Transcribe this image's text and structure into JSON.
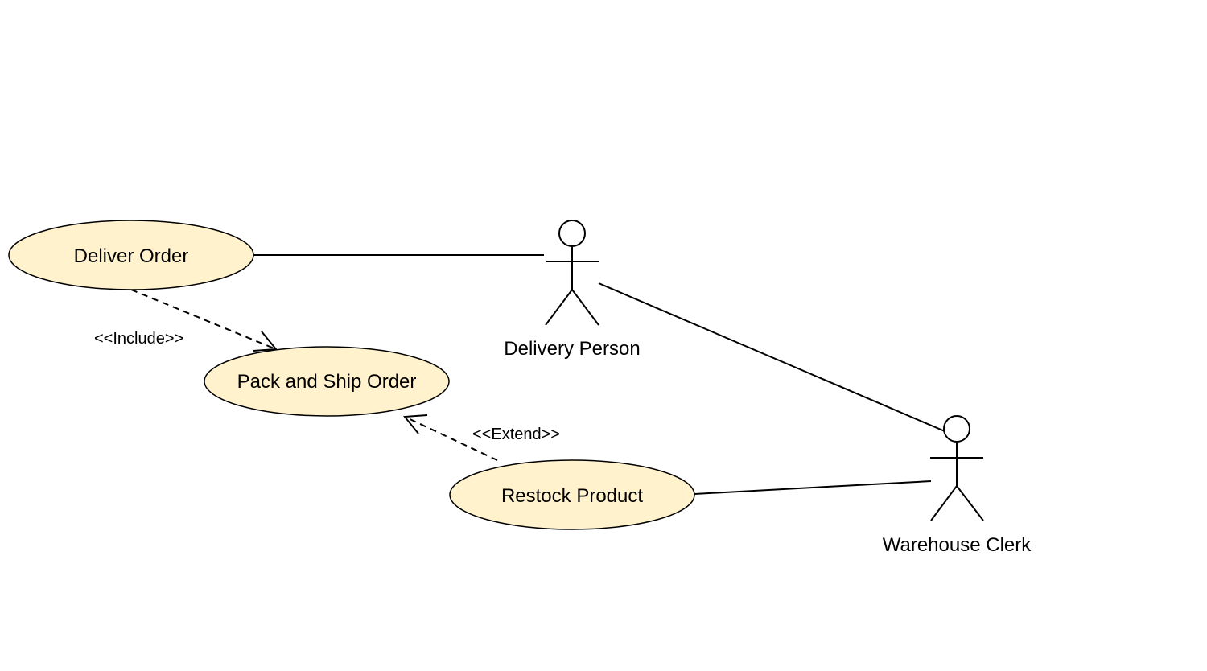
{
  "colors": {
    "usecase_fill": "#fff2cc",
    "stroke": "#000000",
    "background": "#ffffff"
  },
  "use_cases": {
    "deliver_order": "Deliver Order",
    "pack_and_ship_order": "Pack and Ship Order",
    "restock_product": "Restock Product"
  },
  "actors": {
    "delivery_person": "Delivery Person",
    "warehouse_clerk": "Warehouse Clerk"
  },
  "relationships": {
    "include": {
      "label": "<<Include>>",
      "from": "Deliver Order",
      "to": "Pack and Ship Order"
    },
    "extend": {
      "label": "<<Extend>>",
      "from": "Restock Product",
      "to": "Pack and Ship Order"
    },
    "associations": [
      {
        "from": "Delivery Person",
        "to": "Deliver Order"
      },
      {
        "from": "Delivery Person",
        "to": "Warehouse Clerk"
      },
      {
        "from": "Warehouse Clerk",
        "to": "Restock Product"
      }
    ]
  }
}
